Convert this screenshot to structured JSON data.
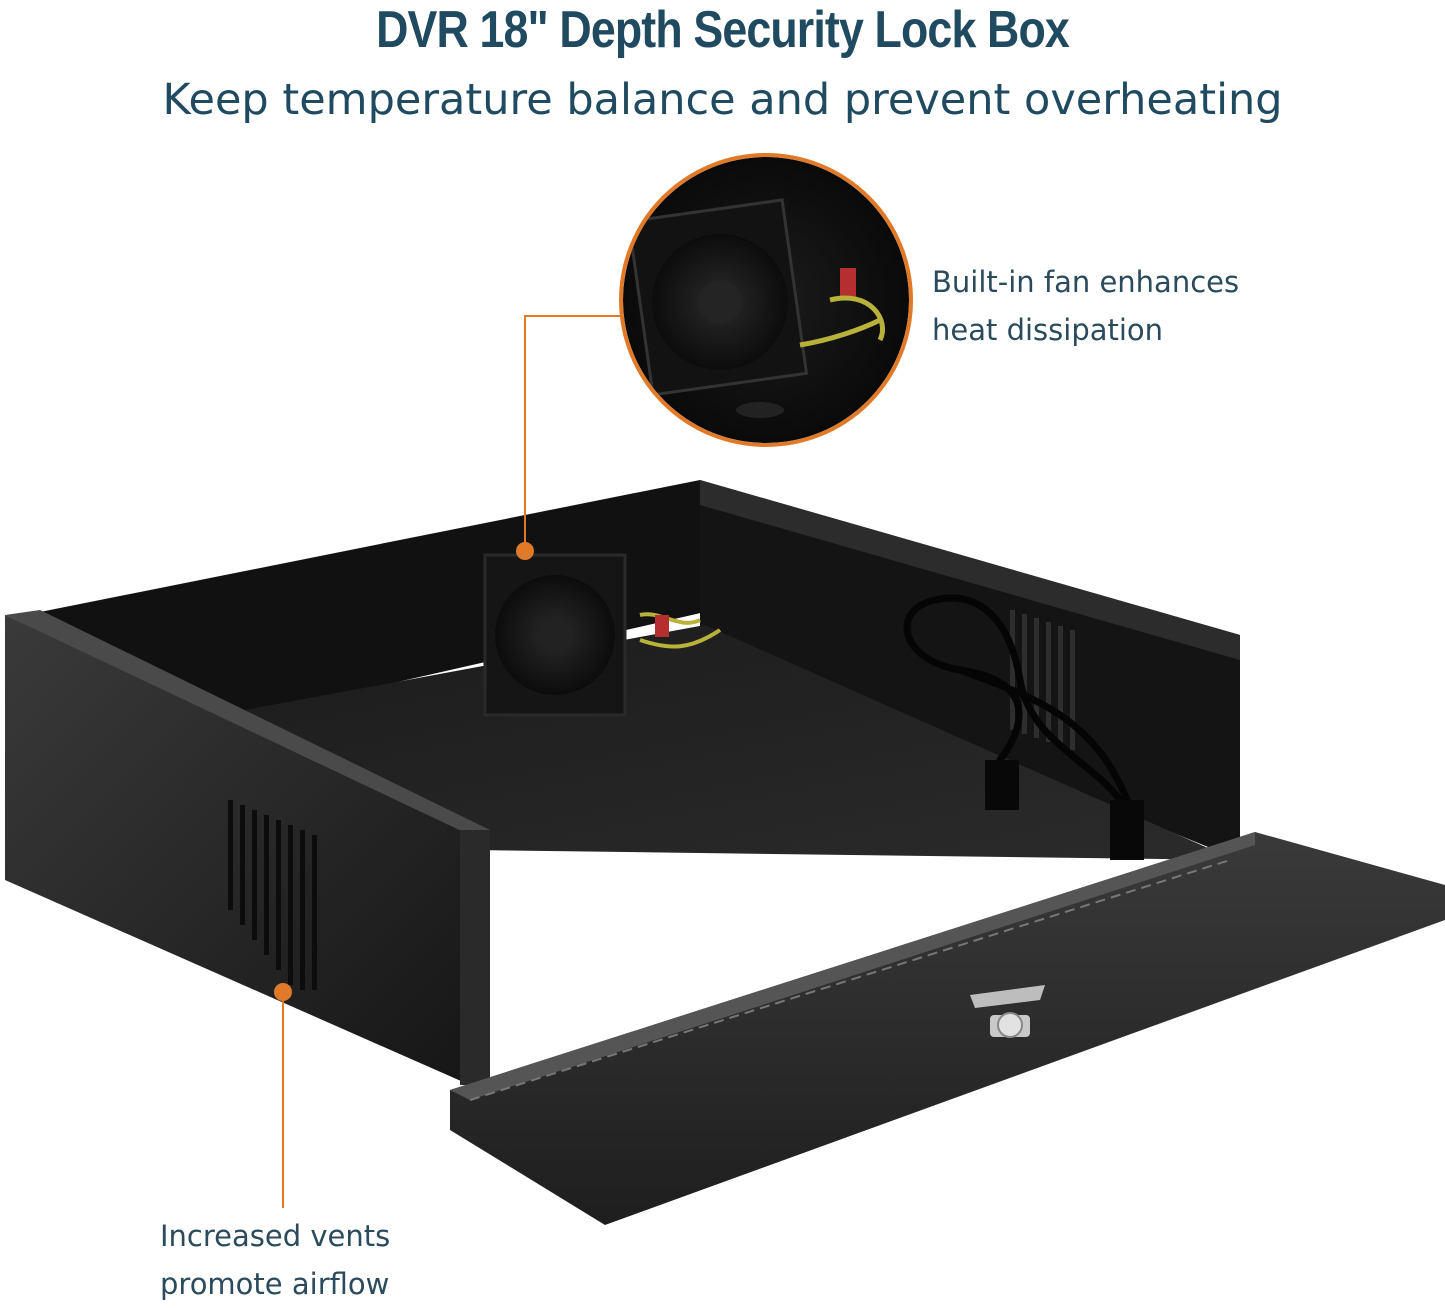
{
  "header": {
    "title": "DVR 18\" Depth Security Lock Box",
    "subtitle": "Keep temperature balance and prevent overheating"
  },
  "callouts": {
    "fan": {
      "line1": "Built-in fan enhances",
      "line2": "heat dissipation"
    },
    "vents": {
      "line1": "Increased vents",
      "line2": "promote airflow"
    }
  },
  "colors": {
    "heading": "#1f4a60",
    "callout_text": "#2b4a5c",
    "accent": "#e07a28",
    "metal": "#1b1b1b"
  }
}
